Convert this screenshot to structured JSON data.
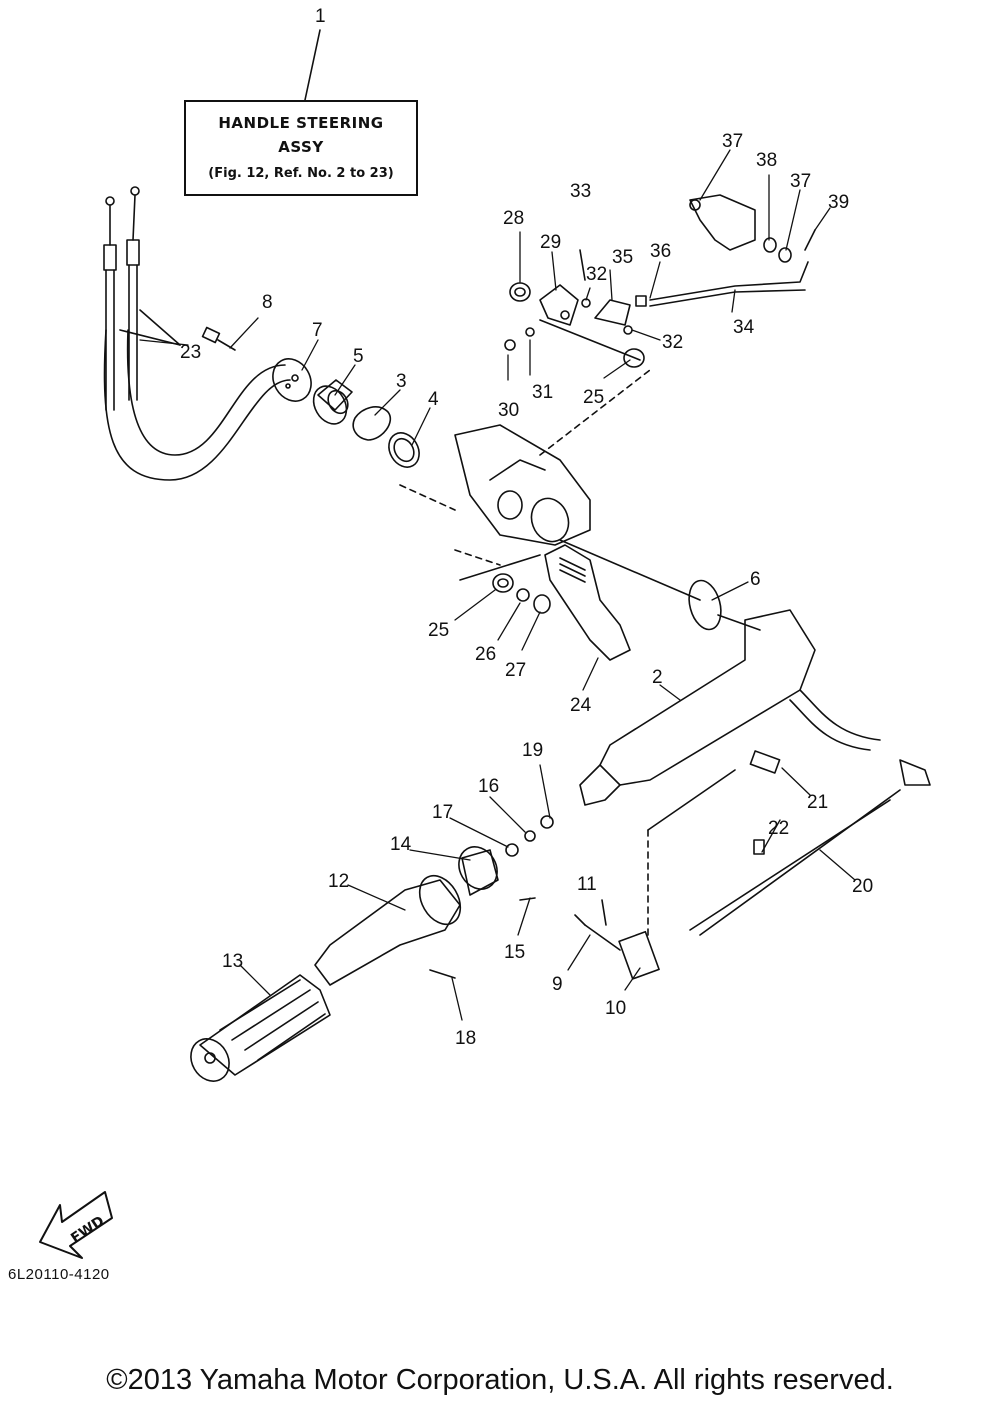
{
  "assy_label": {
    "line1": "HANDLE STEERING",
    "line2": "ASSY",
    "line3": "(Fig. 12, Ref. No. 2 to 23)"
  },
  "fwd_label": "FWD",
  "doc_code": "6L20110-4120",
  "copyright": "©2013 Yamaha Motor Corporation, U.S.A. All rights reserved.",
  "callouts": {
    "c1": "1",
    "c2": "2",
    "c3": "3",
    "c4": "4",
    "c5": "5",
    "c6": "6",
    "c7": "7",
    "c8": "8",
    "c9": "9",
    "c10": "10",
    "c11": "11",
    "c12": "12",
    "c13": "13",
    "c14": "14",
    "c15": "15",
    "c16": "16",
    "c17": "17",
    "c18": "18",
    "c19": "19",
    "c20": "20",
    "c21": "21",
    "c22": "22",
    "c23": "23",
    "c24": "24",
    "c25a": "25",
    "c25b": "25",
    "c26": "26",
    "c27": "27",
    "c28": "28",
    "c29": "29",
    "c30": "30",
    "c31": "31",
    "c32a": "32",
    "c32b": "32",
    "c33": "33",
    "c34": "34",
    "c35": "35",
    "c36": "36",
    "c37a": "37",
    "c37b": "37",
    "c38": "38",
    "c39": "39"
  }
}
